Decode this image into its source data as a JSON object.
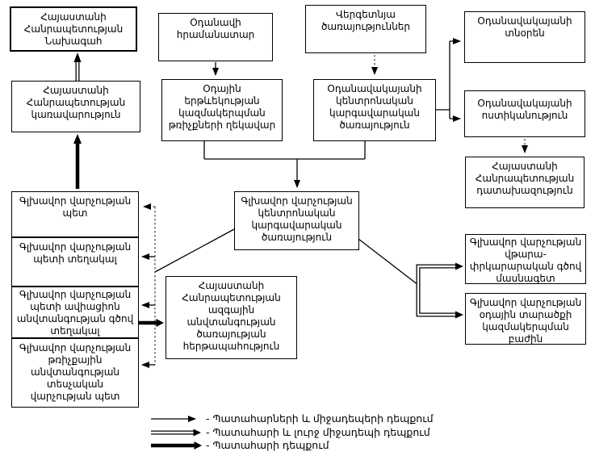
{
  "boxes": {
    "president": {
      "label": "Հայաստանի\nՀանրապետության\nՆախագահ"
    },
    "government": {
      "label": "Հայաստանի\nՀանրապետության\nկառավարություն"
    },
    "aircraft_commander": {
      "label": "Օդանավի\nհրամանատար"
    },
    "atc_flights_chief": {
      "label": "Օդային\nերթևեկության\nկազմակերպման\nթռիչքների ղեկավար"
    },
    "ground_services": {
      "label": "Վերգետնյա\nծառայություններ"
    },
    "airport_central_dispatch": {
      "label": "Օդանավակայանի\nկենտրոնական\nկարգավարական\nծառայություն"
    },
    "airport_director": {
      "label": "Օդանավակայանի\nտնօրեն"
    },
    "airport_police": {
      "label": "Օդանավակայանի\nոստիկանություն"
    },
    "prosecutor": {
      "label": "Հայաստանի\nՀանրապետության\nդատախազություն"
    },
    "dept_head": {
      "label": "Գլխավոր վարչության\nպետ"
    },
    "dept_deputy": {
      "label": "Գլխավոր վարչության\nպետի տեղակալ"
    },
    "dept_deputy_avsec": {
      "label": "Գլխավոր վարչության\nպետի ավիացիոն\nանվտանգության գծով\nտեղակալ"
    },
    "dept_flight_safety": {
      "label": "Գլխավոր վարչության\nթռիչքային\nանվտանգության\nտեսչական\nվարչության պետ"
    },
    "dept_central_dispatch": {
      "label": "Գլխավոր վարչության\nկենտրոնական\nկարգավարական\nծառայություն"
    },
    "nss_duty": {
      "label": "Հայաստանի\nՀանրապետության\nազգային\nանվտանգության\nծառայության\nհերթապահություն"
    },
    "rescue_specialist": {
      "label": "Գլխավոր վարչության\nվթարա-\nփրկարարական գծով\nմասնագետ"
    },
    "airspace_division": {
      "label": "Գլխավոր վարչության\nօդային տարածքի\nկազմակերպման\nբաժին"
    }
  },
  "legend": {
    "items": [
      {
        "style": "thin",
        "label": "- Պատահարների և միջադեպերի դեպքում"
      },
      {
        "style": "double",
        "label": "- Պատահարի և լուրջ միջադեպի դեպքում"
      },
      {
        "style": "thick",
        "label": "- Պատահարի դեպքում"
      }
    ]
  },
  "colors": {
    "line": "#000000",
    "box_border": "#000000",
    "background": "#ffffff"
  }
}
